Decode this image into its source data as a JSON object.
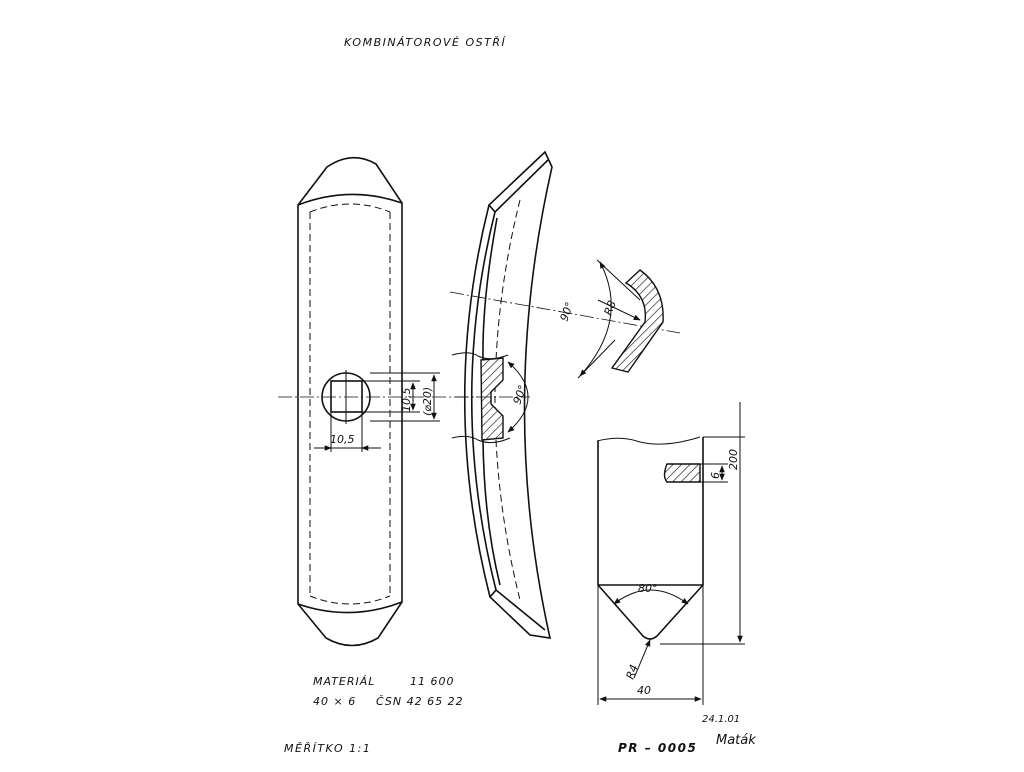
{
  "drawing": {
    "title": "KOMBINÁTOROVÉ OSTŘÍ",
    "material_label": "MATERIÁL",
    "material_value": "11 600",
    "profile": "40 × 6",
    "standard": "ČSN 42 65 22",
    "scale": "MĚŘÍTKO 1:1",
    "date": "24.1.01",
    "drawing_number": "PR – 0005",
    "signature": "Maták"
  },
  "dimensions": {
    "square_hole_horizontal": "10,5",
    "square_hole_vertical": "10,5",
    "counterbore_diameter": "(⌀20)",
    "countersink_angle": "90°",
    "section_bend_angle": "90°",
    "section_bend_radius": "R8",
    "thickness": "6",
    "length": "200",
    "tip_angle": "80°",
    "tip_radius": "R4",
    "width": "40"
  }
}
